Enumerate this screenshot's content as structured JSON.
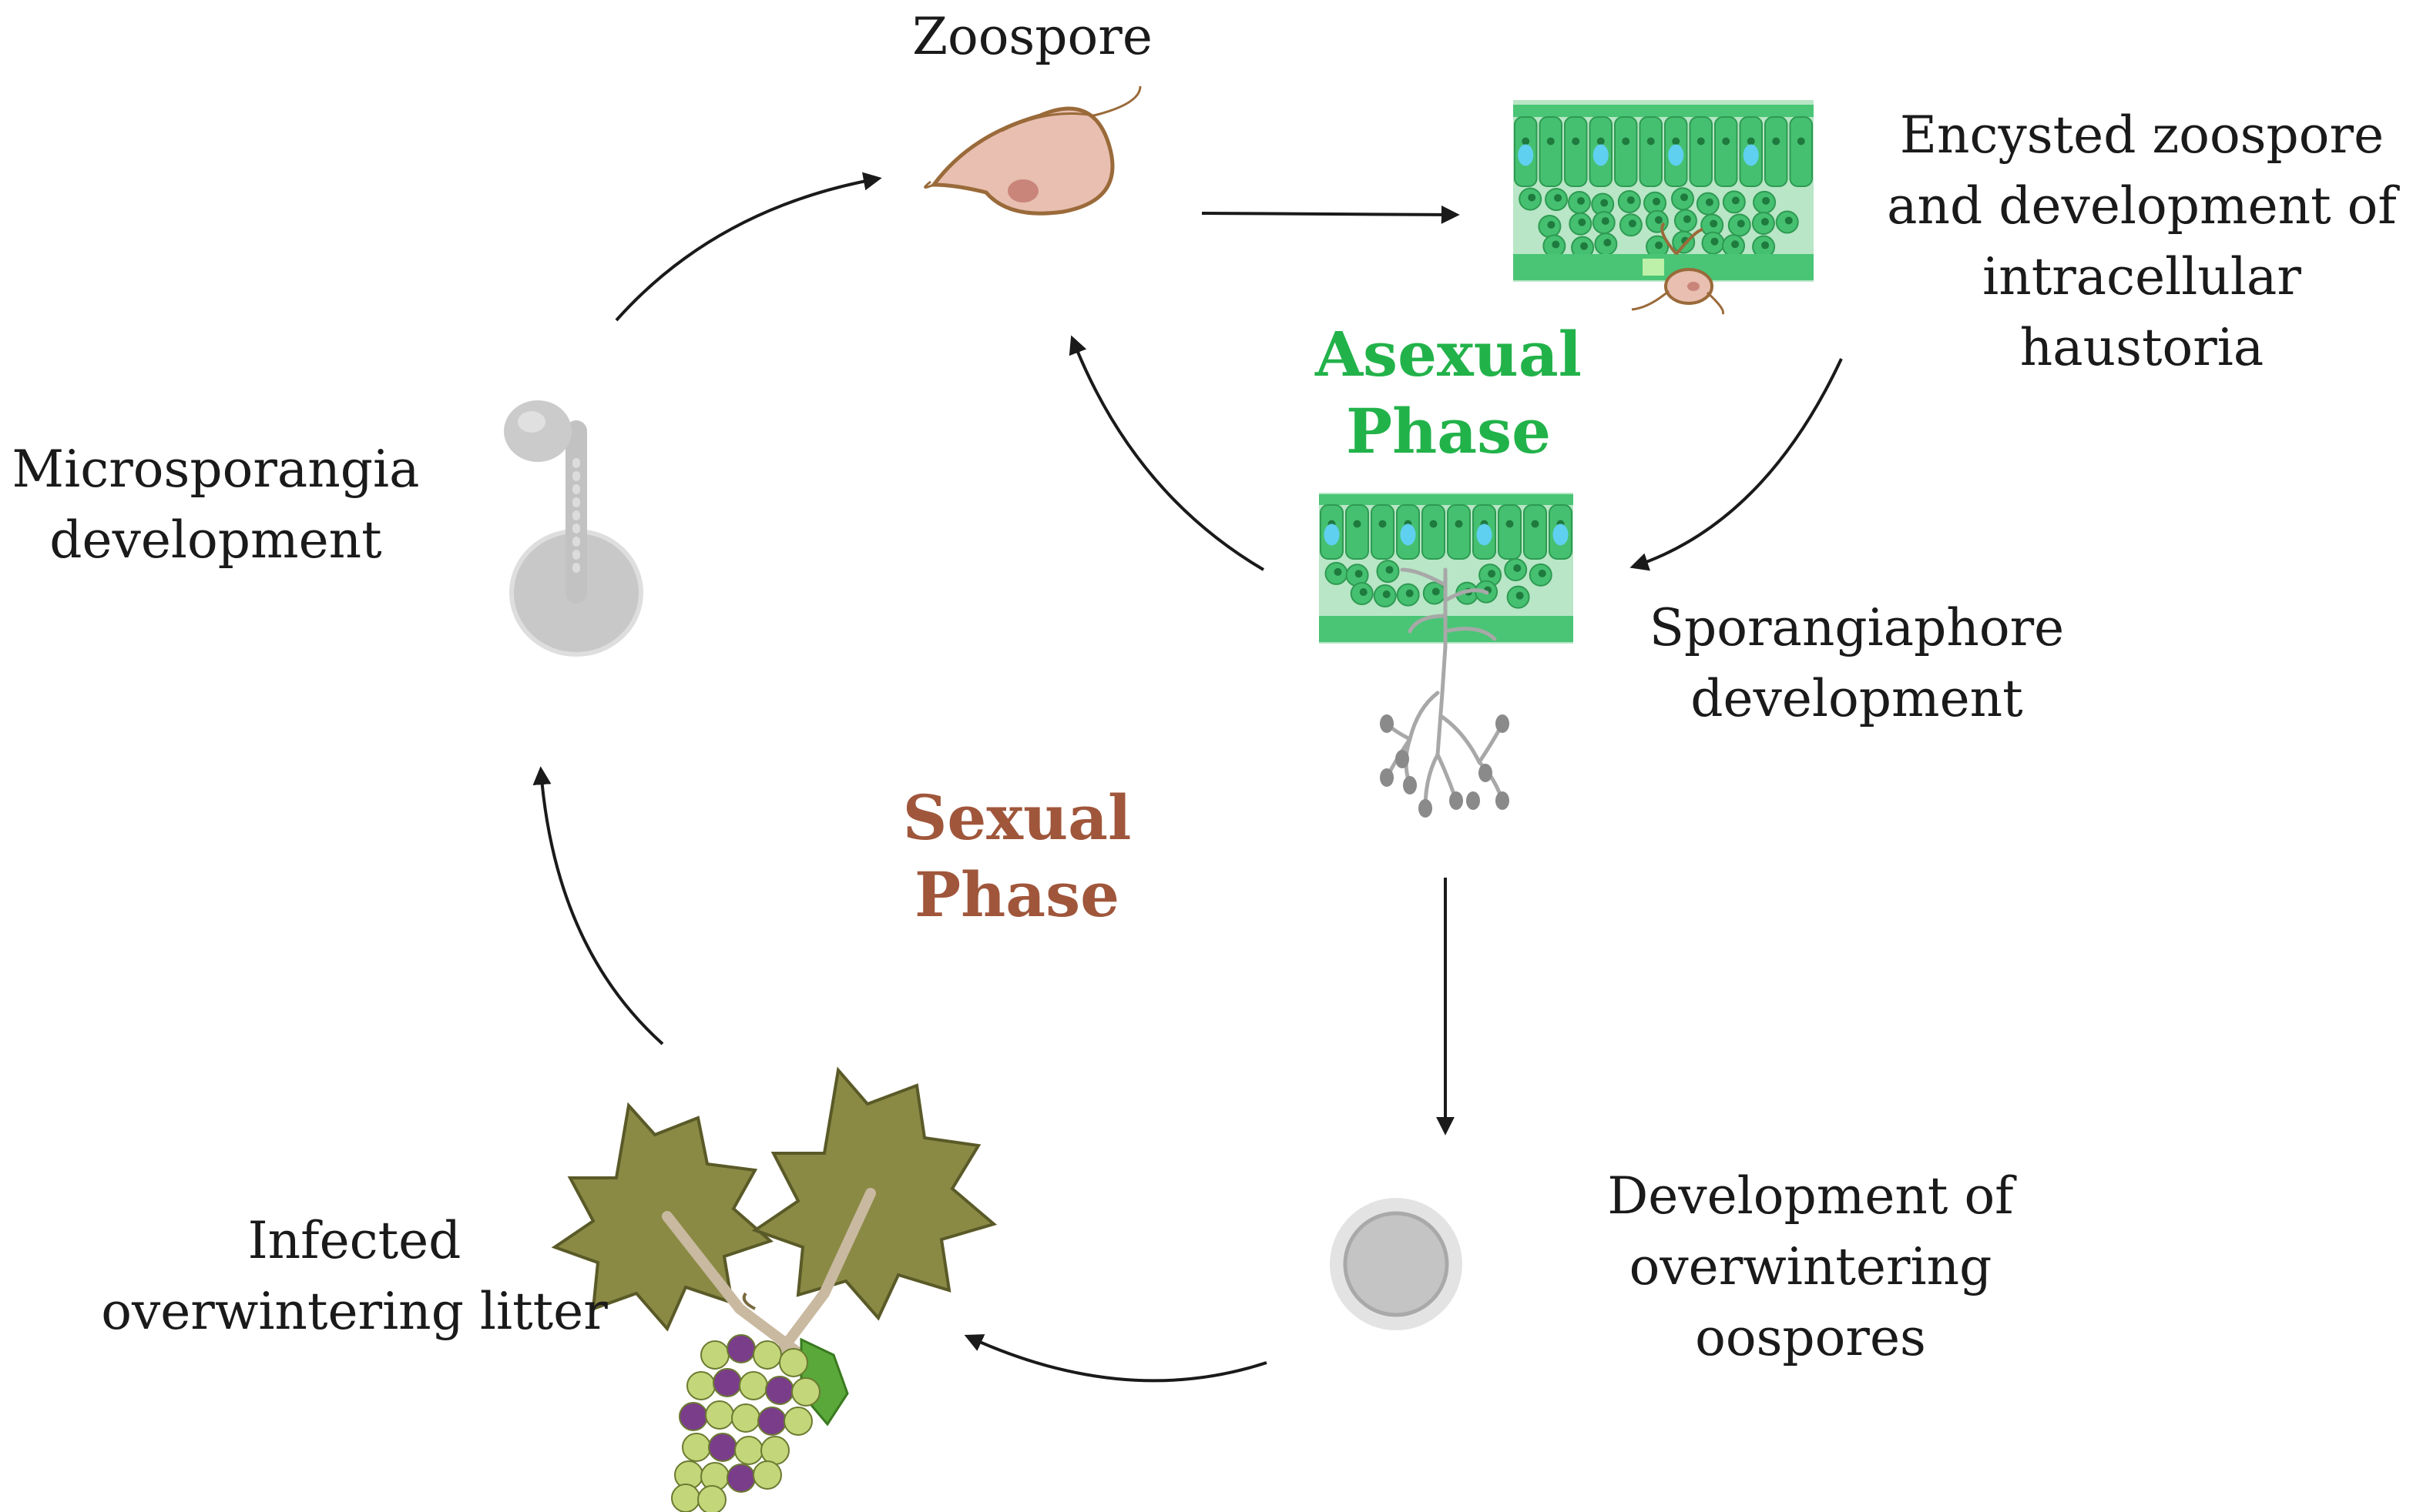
{
  "labels": {
    "zoospore": "Zoospore",
    "encysted": "Encysted zoospore\nand development of\nintracellular\nhaustoria",
    "sporangiaphore": "Sporangiaphore\ndevelopment",
    "oospores": "Development of\noverwintering\noospores",
    "litter": "Infected\noverwintering litter",
    "microsporangia": "Microsporangia\ndevelopment"
  },
  "phases": {
    "asexual": "Asexual\nPhase",
    "sexual": "Sexual\nPhase"
  },
  "colors": {
    "asexual": "#22b24a",
    "sexual": "#a0563b",
    "leaf_tissue": "#3ec16a",
    "arrow": "#1a1a1a"
  }
}
